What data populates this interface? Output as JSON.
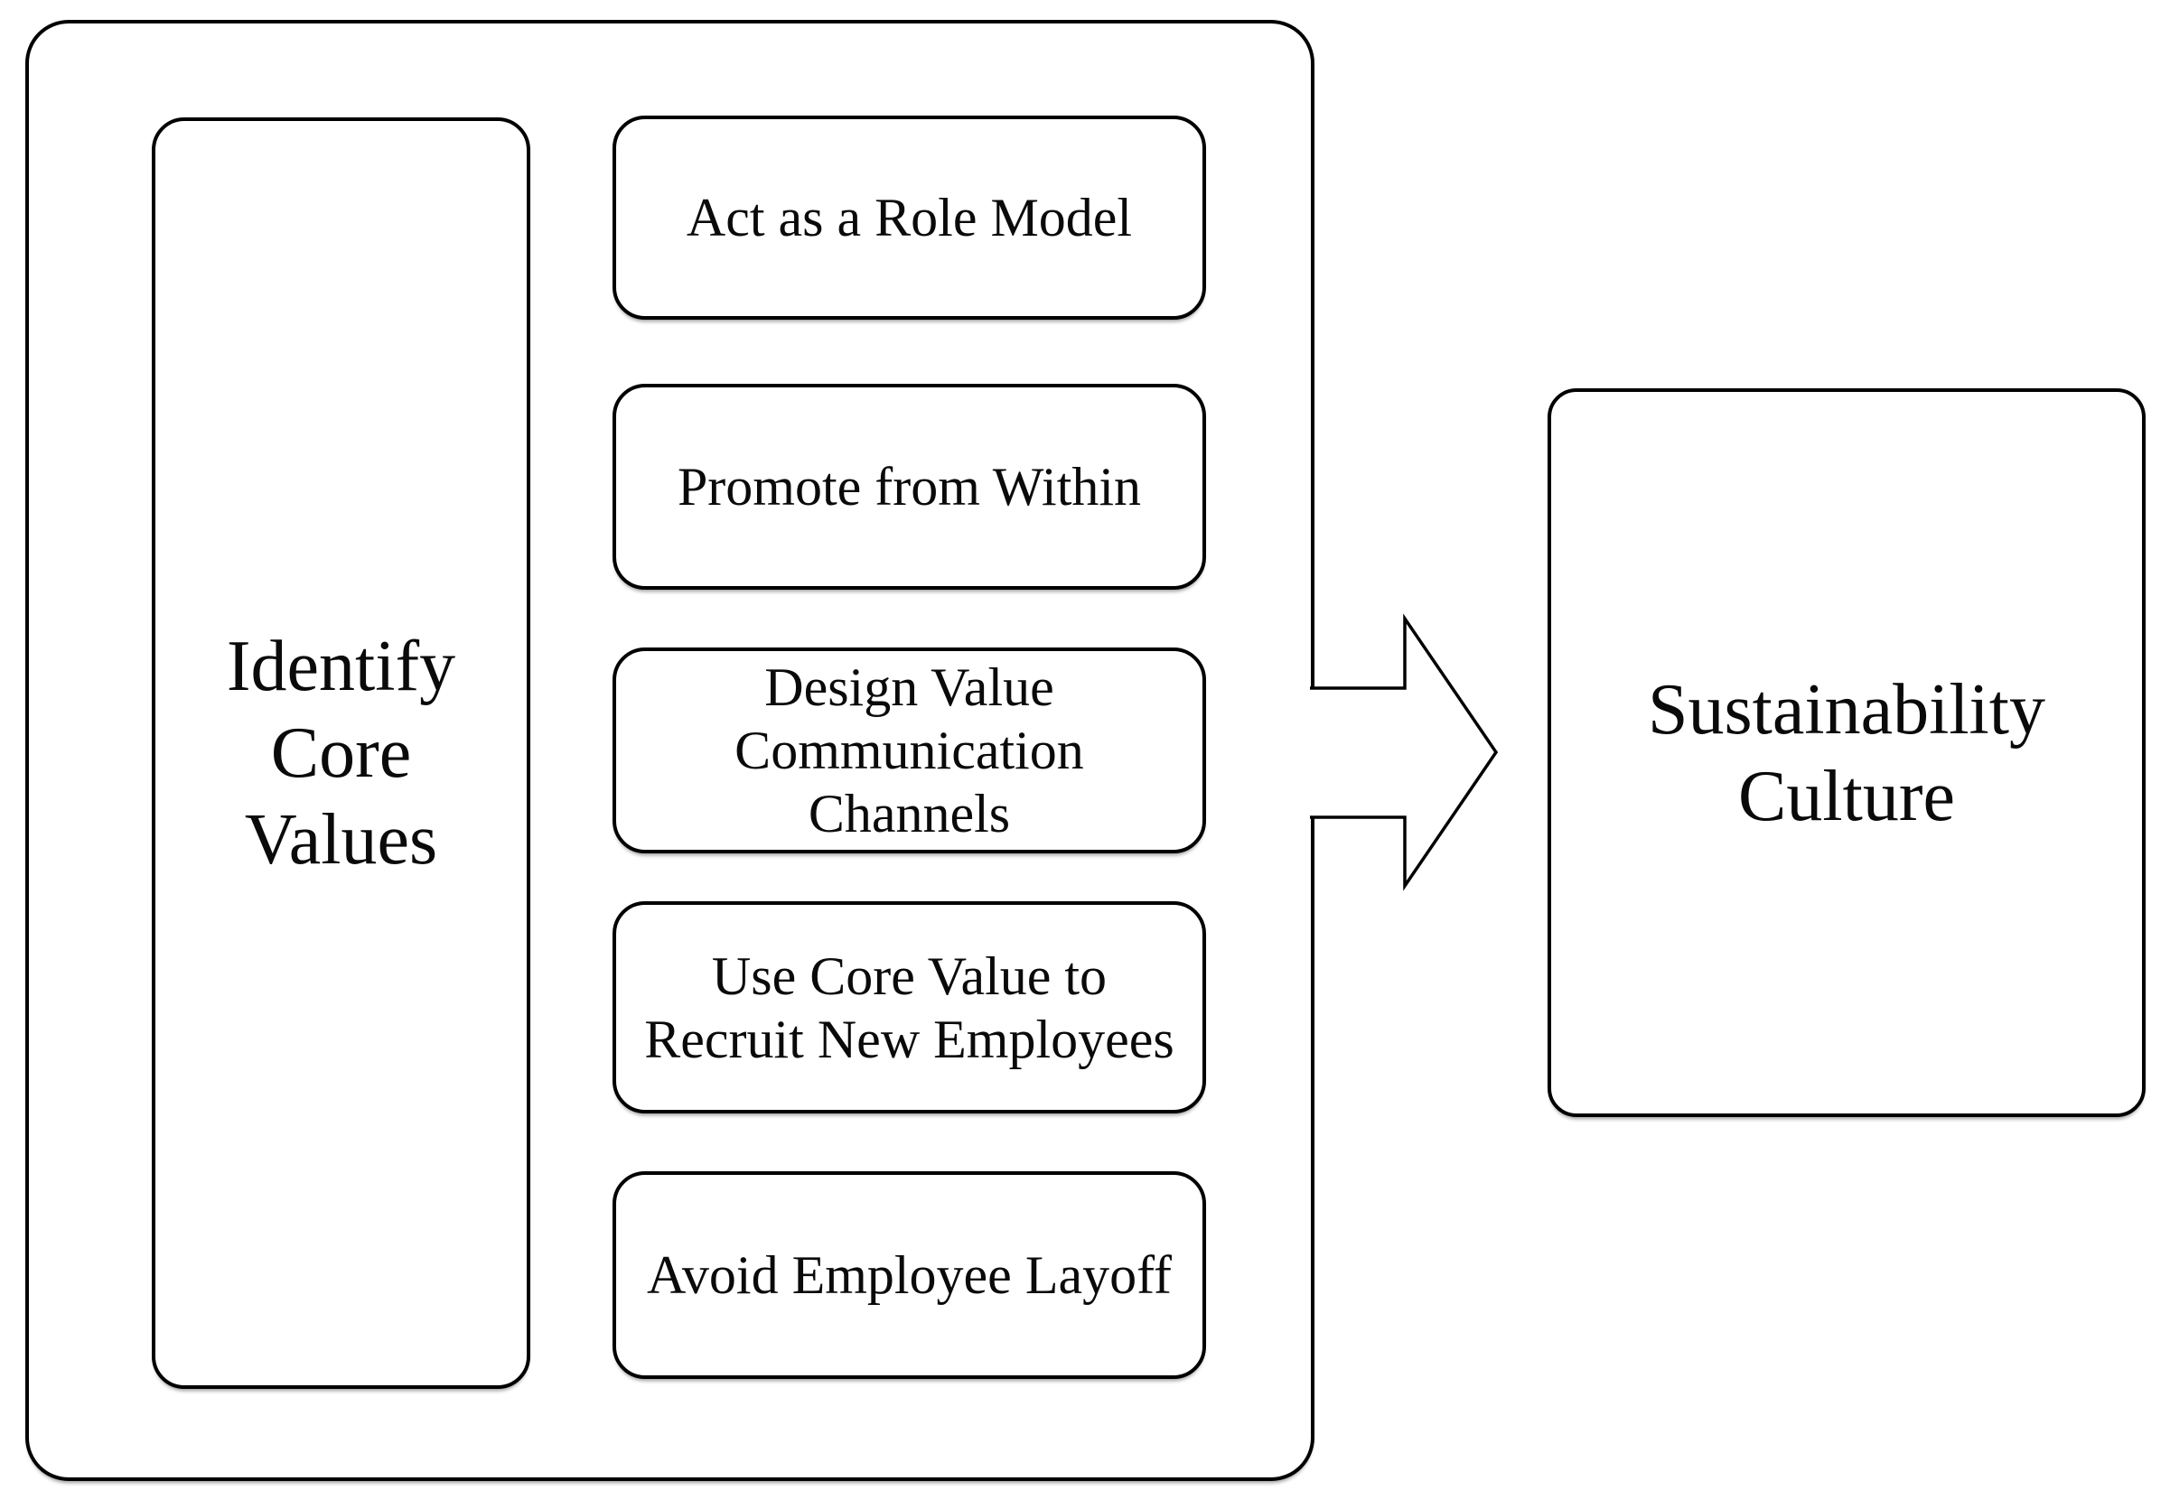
{
  "diagram_title": "",
  "colors": {
    "background": "#ffffff",
    "box_fill": "#ffffff",
    "stroke": "#000000",
    "text": "#0a0a0a"
  },
  "core_box": {
    "label": "Identify\nCore\nValues"
  },
  "practice_boxes": [
    {
      "label": "Act as a Role Model"
    },
    {
      "label": "Promote from Within"
    },
    {
      "label": "Design Value\nCommunication\nChannels"
    },
    {
      "label": "Use Core Value to\nRecruit New Employees"
    },
    {
      "label": "Avoid Employee Layoff"
    }
  ],
  "outcome_box": {
    "label": "Sustainability\nCulture"
  },
  "arrow": {
    "icon": "right-arrow-icon",
    "direction": "right",
    "from": "Identify Core Values group",
    "to": "Sustainability Culture"
  }
}
